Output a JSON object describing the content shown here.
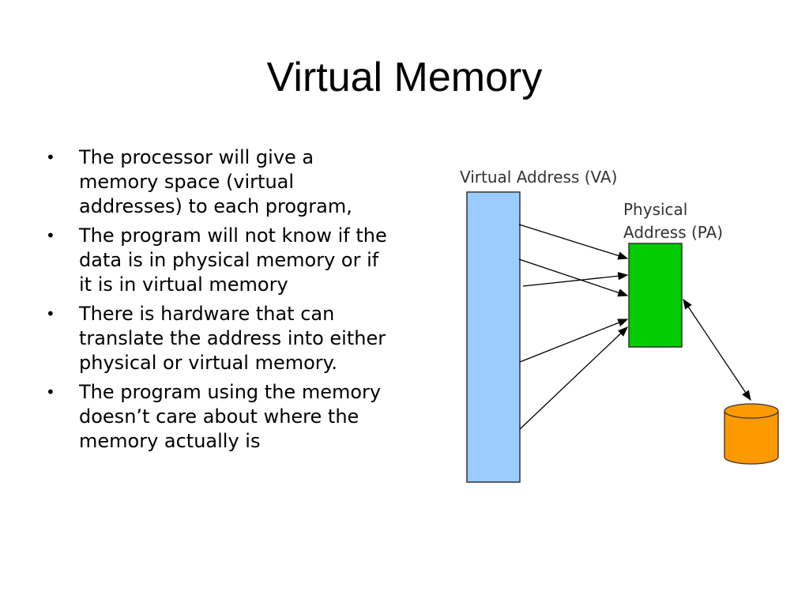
{
  "slide": {
    "title": "Virtual Memory",
    "bullets": [
      "The processor will give a memory space (virtual addresses) to each program,",
      "The program will not know if the data is in physical memory or if it is in virtual memory",
      "There is hardware that can translate the address into either physical or virtual memory.",
      "The program using the memory doesn’t care about where the memory actually is"
    ],
    "bullet_glyph": "•"
  },
  "diagram": {
    "virtual_label": "Virtual Address (VA)",
    "physical_label_line1": "Physical",
    "physical_label_line2": "Address (PA)",
    "colors": {
      "virtual_block": "#99ccff",
      "physical_block": "#00cc00",
      "disk": "#ff9900",
      "outline": "#333333"
    },
    "icons": [
      "arrow-right-icon",
      "double-arrow-icon",
      "disk-cylinder-icon"
    ]
  }
}
